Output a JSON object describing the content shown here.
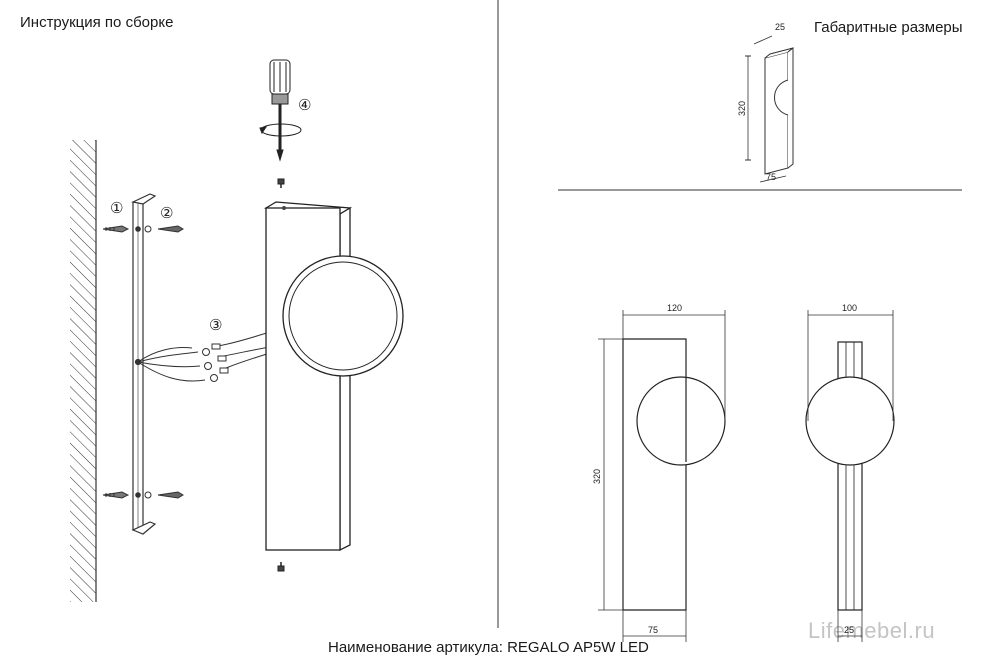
{
  "titles": {
    "assembly": "Инструкция по сборке",
    "dimensions": "Габаритные размеры"
  },
  "footer": "Наименование артикула: REGALO AP5W LED",
  "watermark": "Lifemebel.ru",
  "steps": [
    "①",
    "②",
    "③",
    "④"
  ],
  "dimensions": {
    "iso_depth": "25",
    "iso_height": "320",
    "iso_width": "75",
    "front_width": "120",
    "front_height": "320",
    "front_base": "75",
    "side_width": "100",
    "side_base": "25"
  }
}
